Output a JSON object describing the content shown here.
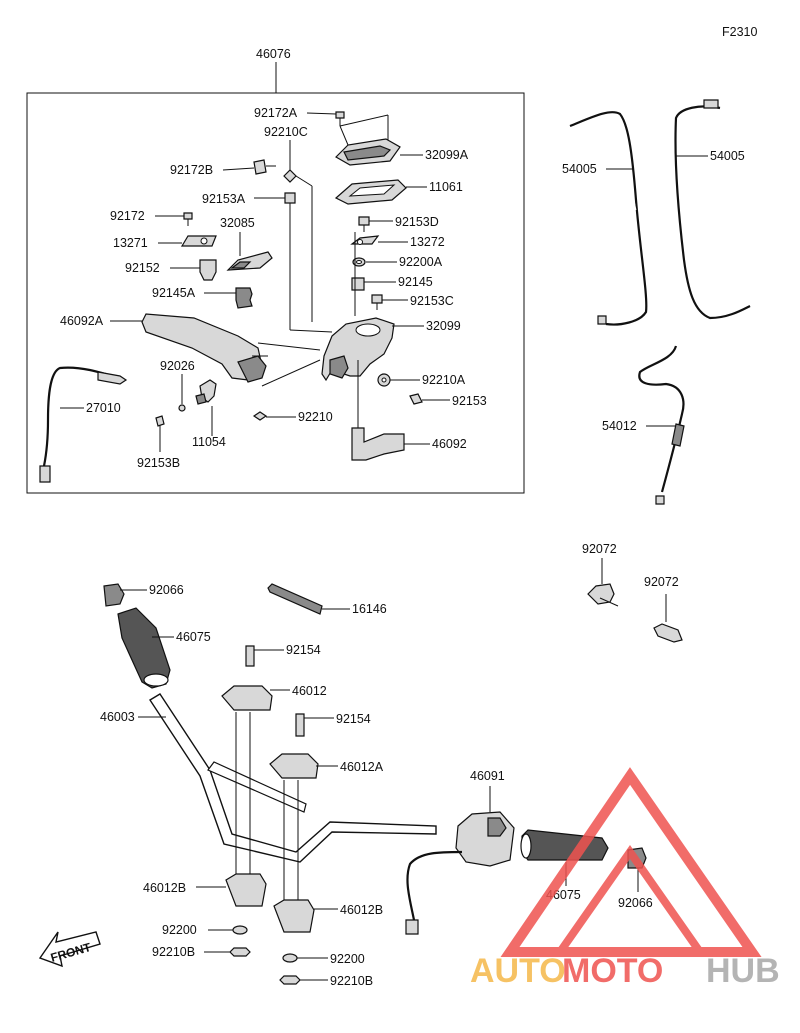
{
  "diagram_code": "F2310",
  "labels": {
    "l46076": "46076",
    "l92172A": "92172A",
    "l92210C": "92210C",
    "l32099A": "32099A",
    "l92172B": "92172B",
    "l11061": "11061",
    "l92153A": "92153A",
    "l92153D": "92153D",
    "l92172": "92172",
    "l32085": "32085",
    "l13271": "13271",
    "l13272": "13272",
    "l92152": "92152",
    "l92200A": "92200A",
    "l92145": "92145",
    "l92145A": "92145A",
    "l92153C": "92153C",
    "l46092A": "46092A",
    "l32099": "32099",
    "l92026": "92026",
    "l92210A": "92210A",
    "l27010": "27010",
    "l92153": "92153",
    "l11054": "11054",
    "l92210": "92210",
    "l92153B": "92153B",
    "l46092": "46092",
    "l54005a": "54005",
    "l54005b": "54005",
    "l54012": "54012",
    "l92072a": "92072",
    "l92072b": "92072",
    "l92066a": "92066",
    "l16146": "16146",
    "l46075a": "46075",
    "l92154a": "92154",
    "l46012": "46012",
    "l46003": "46003",
    "l92154b": "92154",
    "l46012A": "46012A",
    "l46091": "46091",
    "l46012B_a": "46012B",
    "l46012B_b": "46012B",
    "l46075b": "46075",
    "l92066b": "92066",
    "l92200a": "92200",
    "l92200b": "92200",
    "l92210B_a": "92210B",
    "l92210B_b": "92210B"
  },
  "front_label": "FRONT",
  "watermark": {
    "auto": "AUTO",
    "moto": "MOTO",
    "hub": "HUB",
    "color_auto": "#f5b84a",
    "color_moto": "#ef5350",
    "color_hub": "#a8a8a8"
  }
}
